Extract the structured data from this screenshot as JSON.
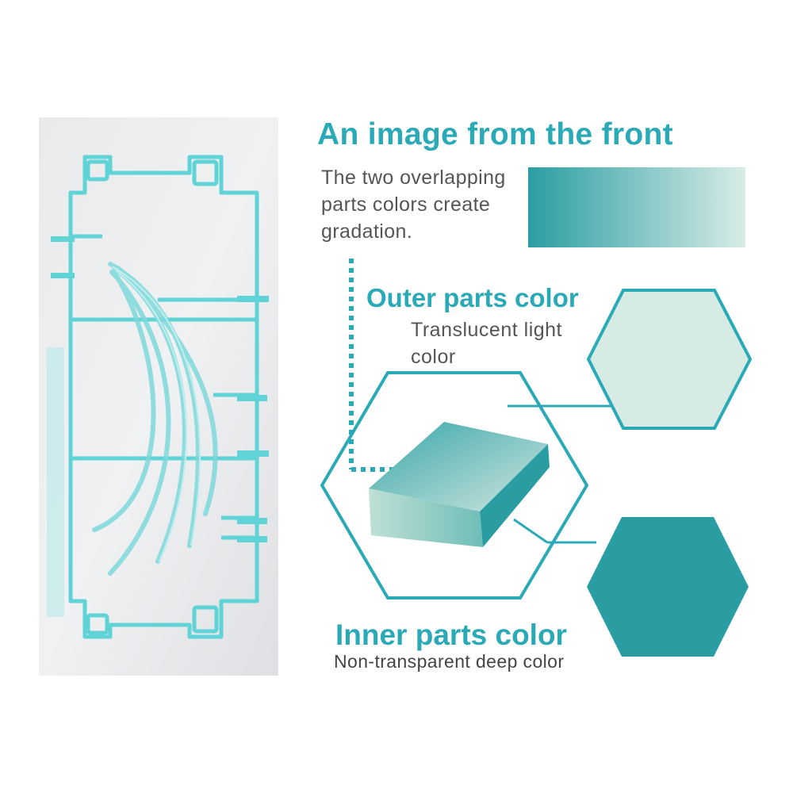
{
  "heading": "An image from the front",
  "description": {
    "lines": [
      "The two overlapping",
      "parts colors create",
      "gradation."
    ]
  },
  "outer": {
    "title": "Outer parts color",
    "lines": [
      "Translucent light",
      "color"
    ]
  },
  "inner": {
    "title": "Inner parts color",
    "description": "Non-transparent deep color"
  },
  "colors": {
    "accent": "#2aa9b6",
    "outer_swatch": "#d5ebe4",
    "inner_swatch": "#2a9da2",
    "gradient_start": "#2a9da2",
    "gradient_end": "#d8ece6",
    "text": "#555555",
    "runner": "#5fd3d5"
  },
  "icons": {
    "arrow": "arrow-right-icon",
    "outer_hexagon": "hexagon-icon",
    "inner_hexagon": "hexagon-icon"
  }
}
